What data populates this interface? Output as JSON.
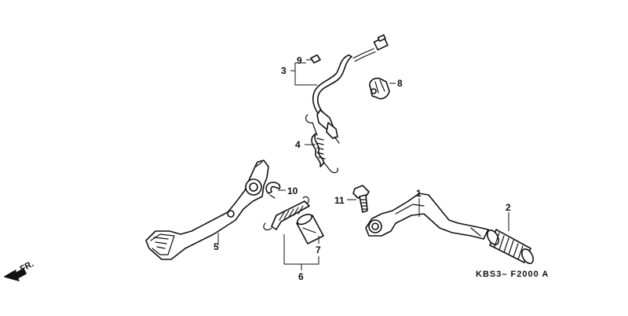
{
  "diagram": {
    "code": "KBS3– F2000 A",
    "direction_label": "FR.",
    "callouts": {
      "c1": "1",
      "c2": "2",
      "c3": "3",
      "c4": "4",
      "c5": "5",
      "c6": "6",
      "c7": "7",
      "c8": "8",
      "c9": "9",
      "c10": "10",
      "c11": "11"
    }
  }
}
